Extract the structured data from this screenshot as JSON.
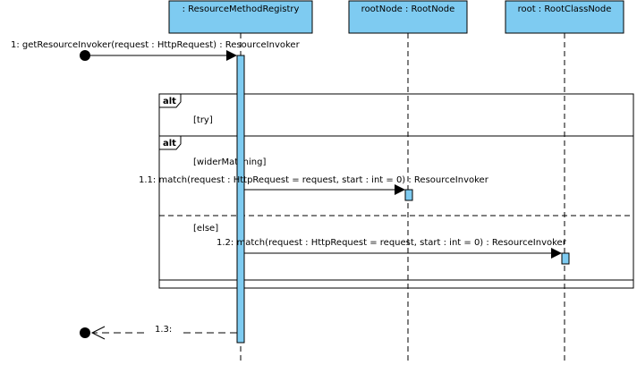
{
  "lifelines": [
    {
      "label": ": ResourceMethodRegistry"
    },
    {
      "label": "rootNode : RootNode"
    },
    {
      "label": "root : RootClassNode"
    }
  ],
  "messages": {
    "m1": "1: getResourceInvoker(request : HttpRequest) : ResourceInvoker",
    "m11": "1.1: match(request : HttpRequest = request, start : int = 0) : ResourceInvoker",
    "m12": "1.2: match(request : HttpRequest = request, start : int = 0) : ResourceInvoker",
    "m13": "1.3:"
  },
  "fragments": {
    "outer_operator": "alt",
    "outer_guard": "[try]",
    "inner_operator": "alt",
    "inner_guard_1": "[widerMatching]",
    "inner_guard_2": "[else]"
  },
  "colors": {
    "lifeline_fill": "#7ecbf1",
    "activation_fill": "#7ecbf1",
    "line": "#000000"
  }
}
